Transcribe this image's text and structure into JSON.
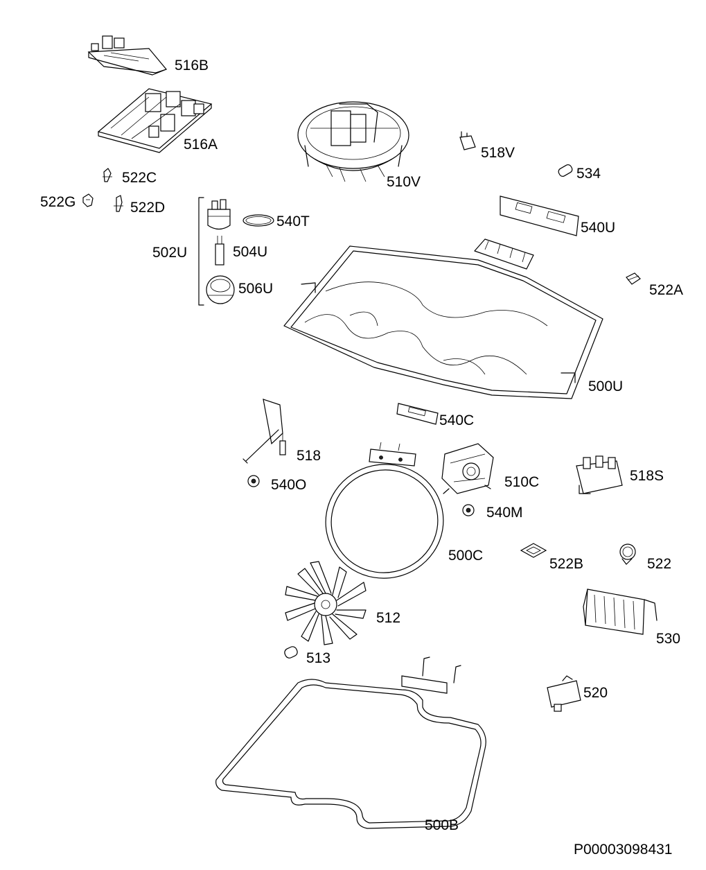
{
  "diagram": {
    "labels": {
      "p516B": "516B",
      "p516A": "516A",
      "p522C": "522C",
      "p522G": "522G",
      "p522D": "522D",
      "p502U": "502U",
      "p540T": "540T",
      "p504U": "504U",
      "p506U": "506U",
      "p510V": "510V",
      "p518V": "518V",
      "p534": "534",
      "p540U": "540U",
      "p522A": "522A",
      "p500U": "500U",
      "p540C": "540C",
      "p518": "518",
      "p540O": "540O",
      "p510C": "510C",
      "p518S": "518S",
      "p540M": "540M",
      "p500C": "500C",
      "p522B": "522B",
      "p522": "522",
      "p512": "512",
      "p530": "530",
      "p513": "513",
      "p520": "520",
      "p500B": "500B"
    },
    "footer_code": "P00003098431"
  }
}
